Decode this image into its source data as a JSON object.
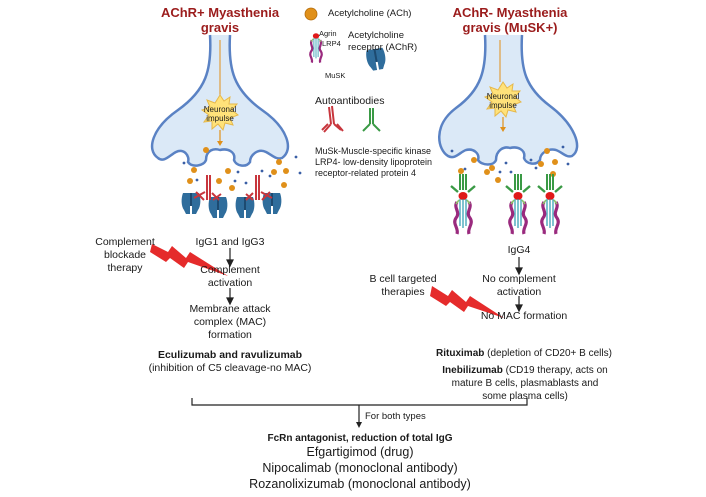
{
  "left_panel": {
    "title_line1": "AChR+ Myasthenia",
    "title_line2": "gravis",
    "neuron_label_line1": "Neuronal",
    "neuron_label_line2": "impulse",
    "flow": {
      "step1": "IgG1 and IgG3",
      "step2_line1": "Complement",
      "step2_line2": "activation",
      "step3_line1": "Membrane attack",
      "step3_line2": "complex (MAC)",
      "step3_line3": "formation"
    },
    "therapy_label_line1": "Complement",
    "therapy_label_line2": "blockade",
    "therapy_label_line3": "therapy",
    "drug_name": "Eculizumab and ravulizumab",
    "drug_note": "(inhibition of C5 cleavage-no MAC)"
  },
  "right_panel": {
    "title_line1": "AChR- Myasthenia",
    "title_line2": "gravis (MuSK+)",
    "neuron_label_line1": "Neuronal",
    "neuron_label_line2": "impulse",
    "flow": {
      "step1": "IgG4",
      "step2_line1": "No complement",
      "step2_line2": "activation",
      "step3": "No MAC formation"
    },
    "therapy_label_line1": "B cell targeted",
    "therapy_label_line2": "therapies",
    "drug1_name": "Rituximab",
    "drug1_note": " (depletion of CD20+ B cells)",
    "drug2_name": "Inebilizumab",
    "drug2_note_line1": " (CD19 therapy, acts on",
    "drug2_note_line2": "mature B cells, plasmablasts and",
    "drug2_note_line3": "some plasma cells)"
  },
  "legend": {
    "ach": "Acetylcholine (ACh)",
    "agrin": "Agrin",
    "lrp4": "LRP4",
    "musk": "MuSK",
    "achr_line1": "Acetylcholine",
    "achr_line2": "receptor (AChR)",
    "autoantibodies": "Autoantibodies",
    "abbr1": "MuSk-Muscle-specific kinase",
    "abbr2": "LRP4- low-density lipoprotein",
    "abbr3": "receptor-related protein 4"
  },
  "bottom": {
    "connector_label": "For both types",
    "heading": "FcRn antagonist, reduction of total IgG",
    "drugs": [
      "Efgartigimod (drug)",
      "Nipocalimab (monoclonal antibody)",
      "Rozanolixizumab (monoclonal antibody)"
    ]
  },
  "colors": {
    "title_red": "#9b1c1c",
    "terminal_fill": "#dbe9f7",
    "terminal_stroke": "#5a82c4",
    "ach_orange": "#e0901a",
    "achr_blue": "#2f6d9c",
    "antibody_red": "#c8363d",
    "antibody_green": "#3a9a45",
    "musk_purple": "#9a2a7e",
    "lightning_red": "#e52b2b",
    "impulse_yellow": "#ffe27a"
  }
}
